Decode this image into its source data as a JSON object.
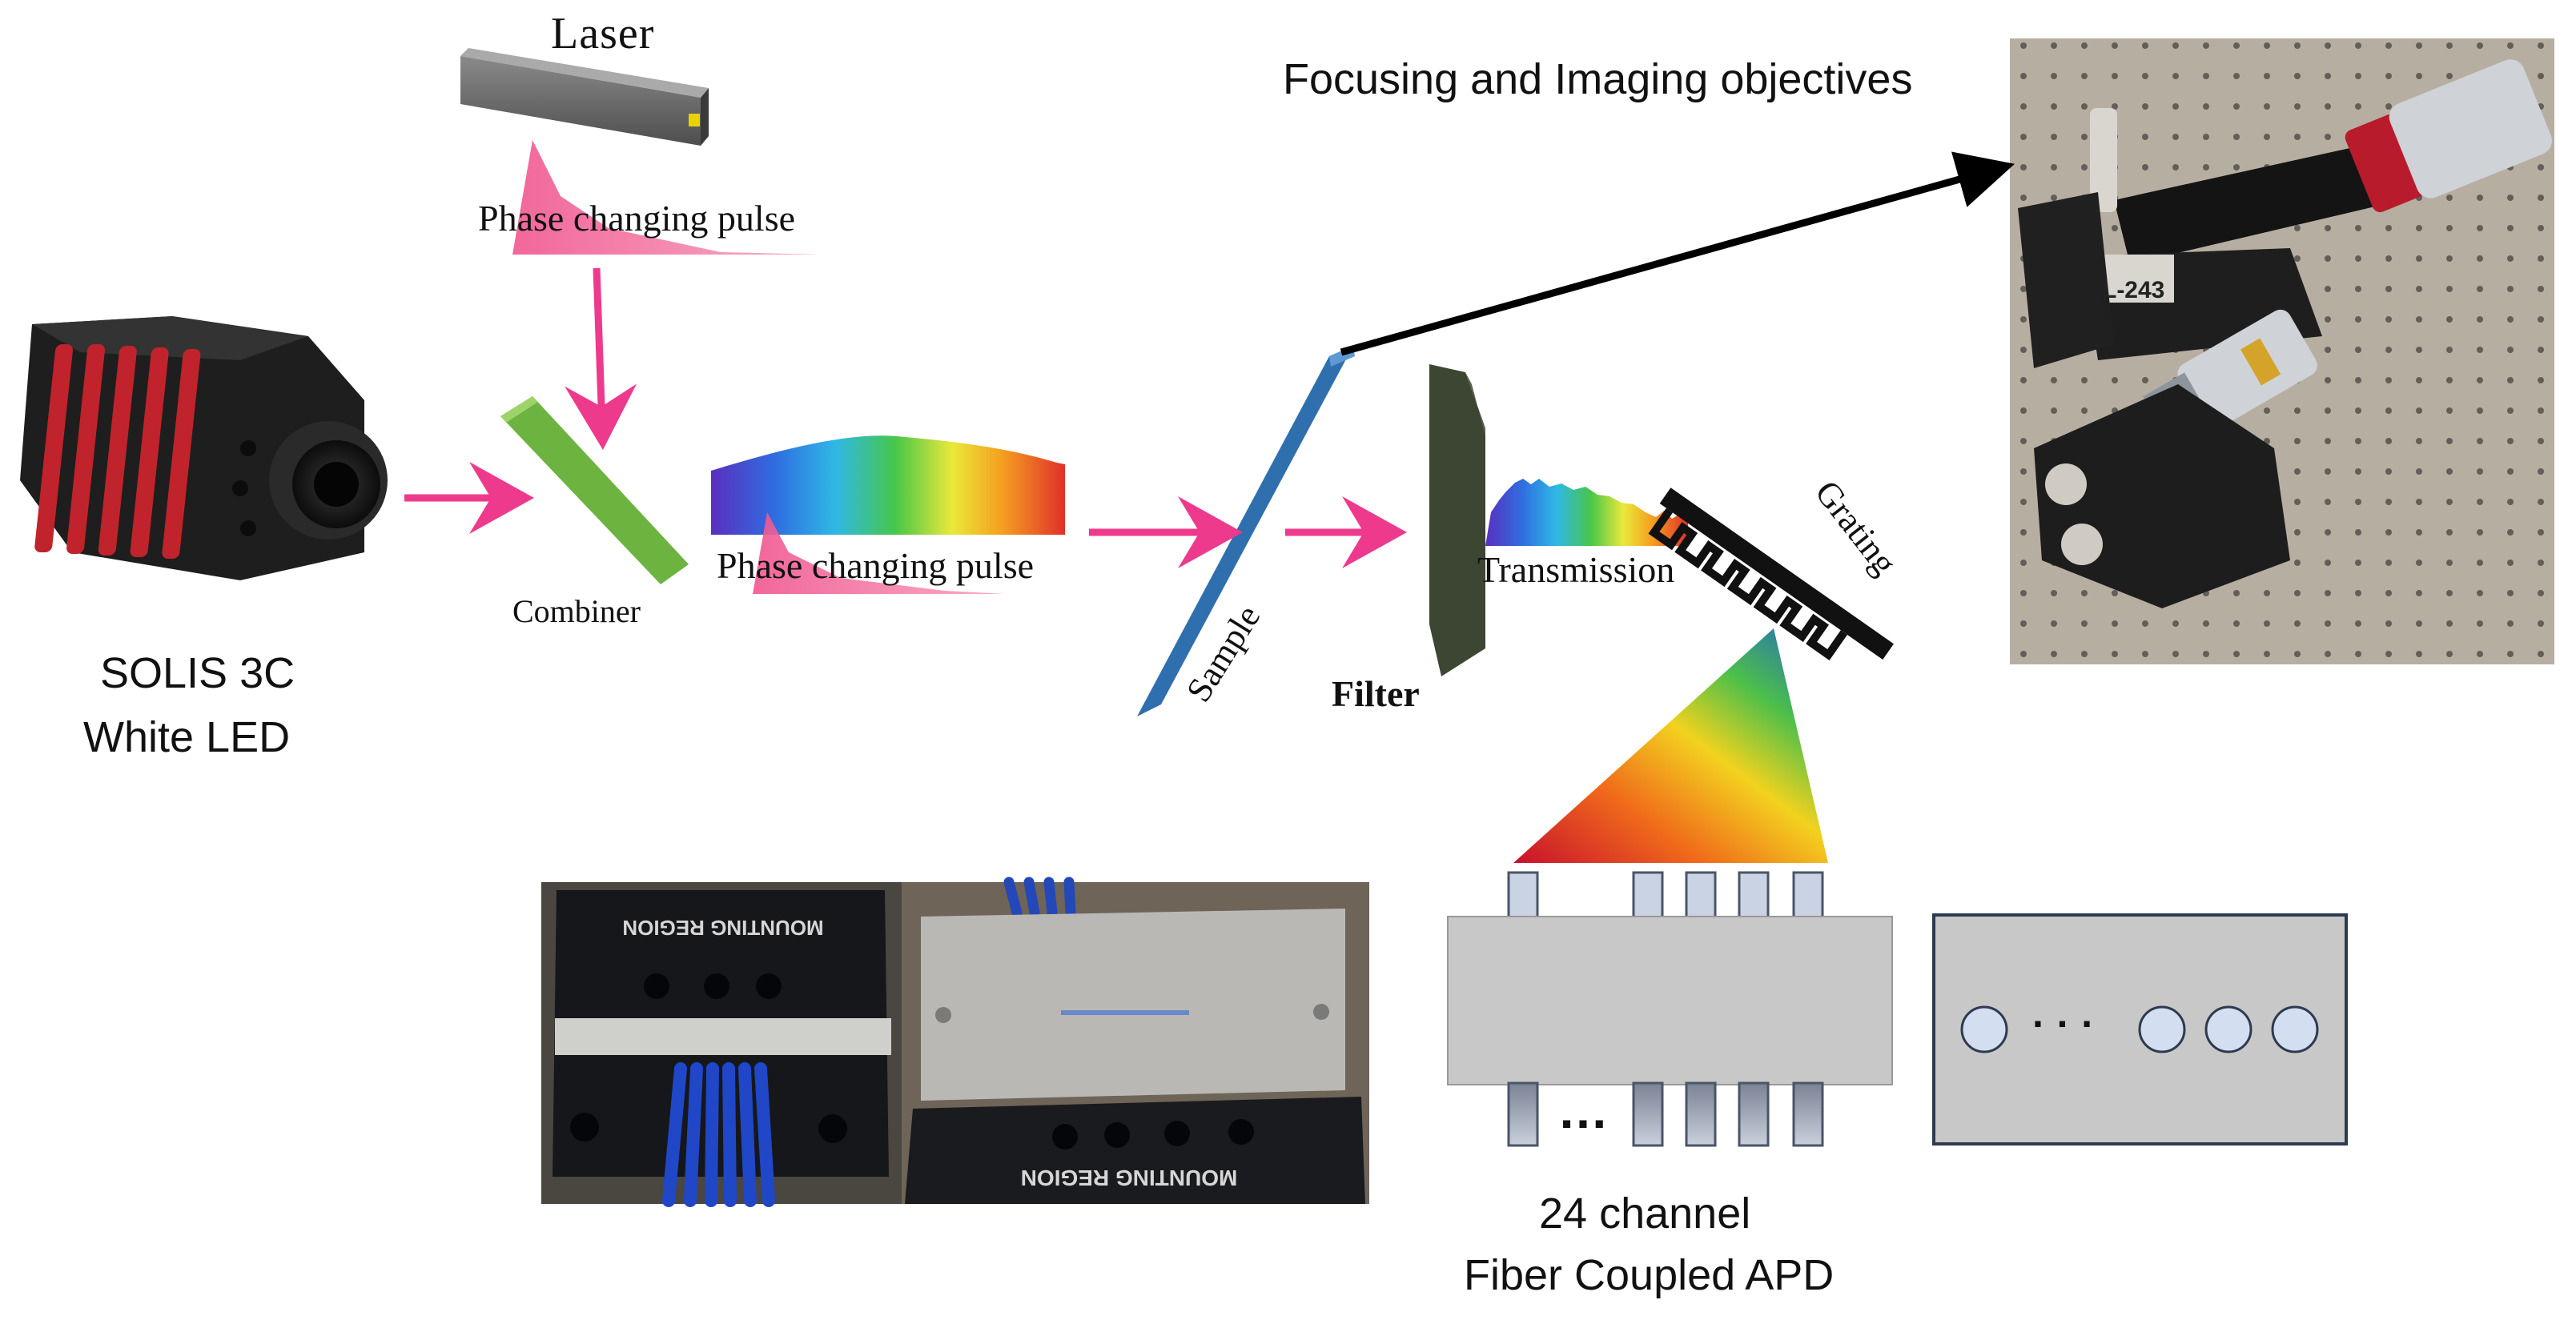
{
  "labels": {
    "laser": "Laser",
    "pulse_top": "Phase changing pulse",
    "combiner": "Combiner",
    "pulse_mid": "Phase changing pulse",
    "source_line1": "SOLIS 3C",
    "source_line2": "White LED",
    "sample": "Sample",
    "filter": "Filter",
    "transmission": "Transmission",
    "grating": "Grating",
    "objectives": "Focusing and Imaging objectives",
    "apd_line1": "24 channel",
    "apd_line2": "Fiber Coupled APD",
    "fiber_dots": "…",
    "apd_face_dots": "· · ·"
  },
  "photo_text": {
    "mount_top": "MOUNTING REGION",
    "mount_bottom": "MOUNTING REGION",
    "lens_tag": ":L-243"
  },
  "colors": {
    "arrow_pink": "#ee3a8c",
    "combiner_green": "#6db33f",
    "sample_blue": "#2f6fae",
    "filter_olive": "#3d4632",
    "apd_gray": "#c8c8c8",
    "fiber_fill": "#c9d3e3",
    "grating_black": "#111111"
  },
  "icons": {
    "camera": "white-led-camera-icon",
    "laser": "laser-module-icon"
  }
}
